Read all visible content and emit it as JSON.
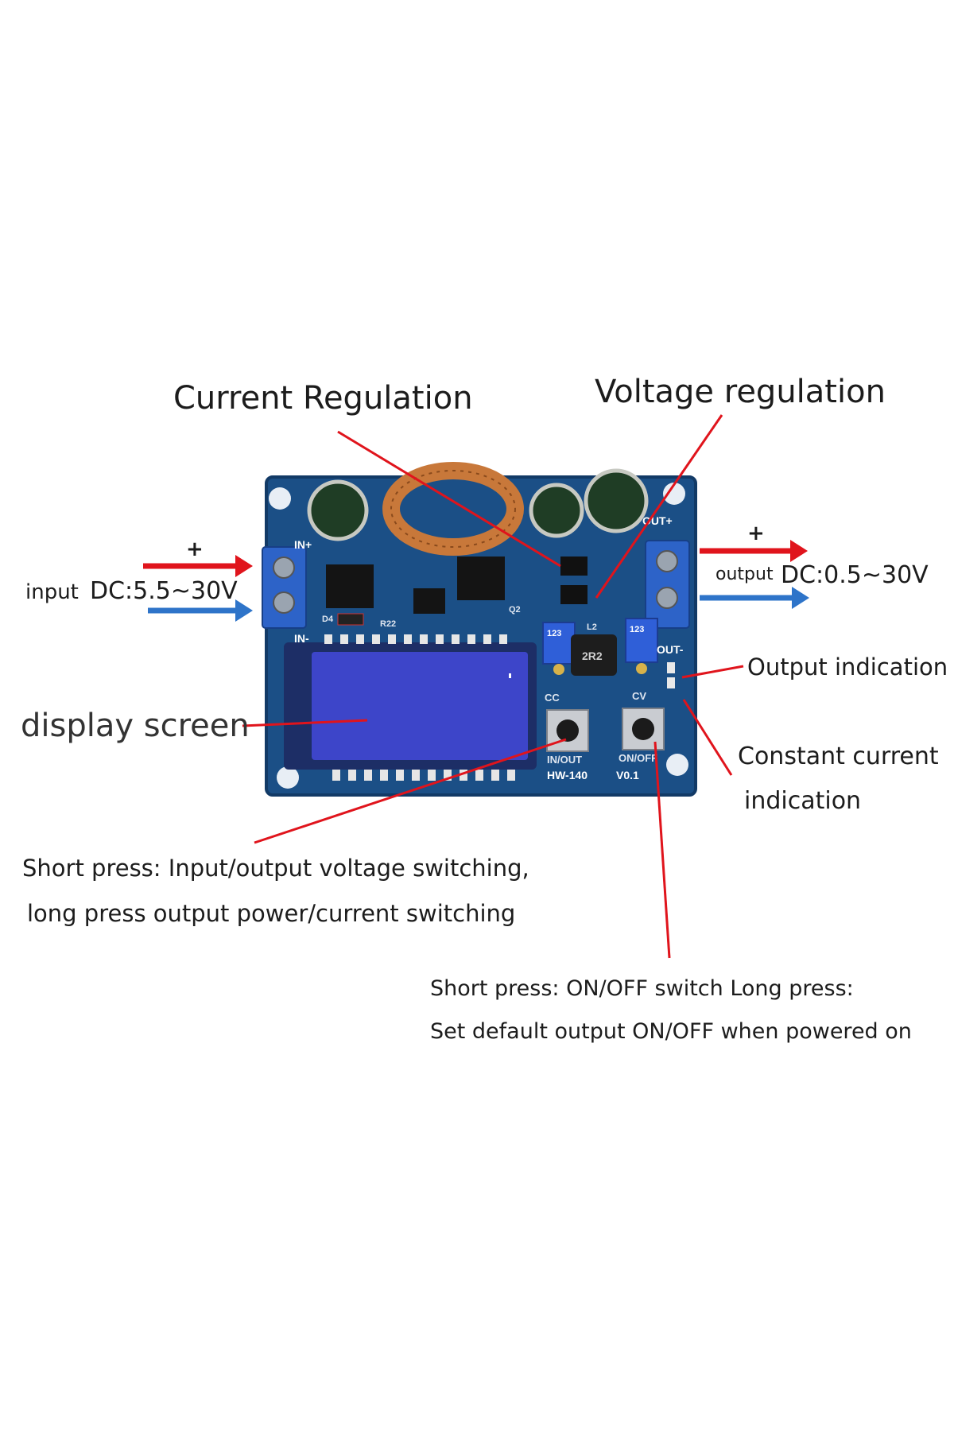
{
  "colors": {
    "pcb": "#1b4f86",
    "pcb_edge": "#123a66",
    "lcd": "#3d45c9",
    "arrow_red": "#e0141c",
    "arrow_blue": "#2e74c9",
    "terminal": "#2d63c8",
    "copper": "#c8783a",
    "trimmer": "#2f5fd8"
  },
  "labels": {
    "current_regulation": "Current Regulation",
    "voltage_regulation": "Voltage regulation",
    "input_word": "input",
    "input_range": "DC:5.5~30V",
    "output_word": "output",
    "output_range": "DC:0.5~30V",
    "plus_in": "+",
    "plus_out": "+",
    "output_indication": "Output indication",
    "constant_current_line1": "Constant current",
    "constant_current_line2": "indication",
    "display_screen": "display screen",
    "key1_line1": "Short press: Input/output voltage switching,",
    "key1_line2": "long press output power/current switching",
    "key2_line1": "Short press: ON/OFF switch Long press:",
    "key2_line2": "Set default output ON/OFF when powered on"
  },
  "board": {
    "in_plus": "IN+",
    "in_minus": "IN-",
    "out_plus": "OUT+",
    "out_minus": "OUT-",
    "model": "HW-140",
    "version": "V0.1",
    "btn_in_out": "IN/OUT",
    "btn_on_off": "ON/OFF",
    "cc": "CC",
    "cv": "CV",
    "inductor": "2R2",
    "l2": "L2",
    "trim": "123",
    "r22": "R22",
    "d4": "D4",
    "q2": "Q2"
  }
}
